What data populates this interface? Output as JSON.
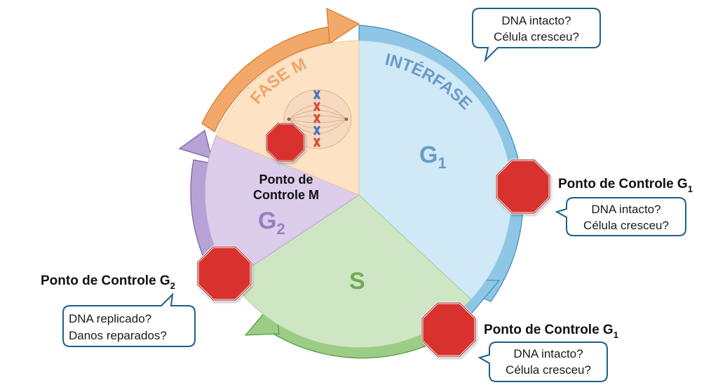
{
  "phases": {
    "fase_m": "FASE M",
    "interfase": "INTÉRFASE",
    "g1_main": "G",
    "g1_sub": "1",
    "g2_main": "G",
    "g2_sub": "2",
    "s": "S"
  },
  "checkpoint_m": {
    "line1": "Ponto de",
    "line2": "Controle M"
  },
  "checkpoint_g1_right": {
    "title": "Ponto de Controle G",
    "sub": "1",
    "bubble_line1": "DNA intacto?",
    "bubble_line2": "Célula cresceu?"
  },
  "checkpoint_g1_bottom": {
    "title": "Ponto de Controle G",
    "sub": "1",
    "bubble_line1": "DNA intacto?",
    "bubble_line2": "Célula cresceu?"
  },
  "checkpoint_g2": {
    "title": "Ponto de Controle G",
    "sub": "2",
    "bubble_line1": "DNA replicado?",
    "bubble_line2": "Danos reparados?"
  },
  "top_bubble": {
    "line1": "DNA intacto?",
    "line2": "Célula cresceu?"
  },
  "colors": {
    "g1": "#cfe9f7",
    "s": "#cfe6c4",
    "g2": "#dccdea",
    "m": "#fde3c4",
    "interphase_arrow": "#8fc6e6",
    "m_arrow": "#f2a869",
    "g2_arrow": "#b6a2d4",
    "s_arrow": "#9ccc86",
    "stop": "#d9312d",
    "bubble_stroke": "#1f5f8b"
  }
}
